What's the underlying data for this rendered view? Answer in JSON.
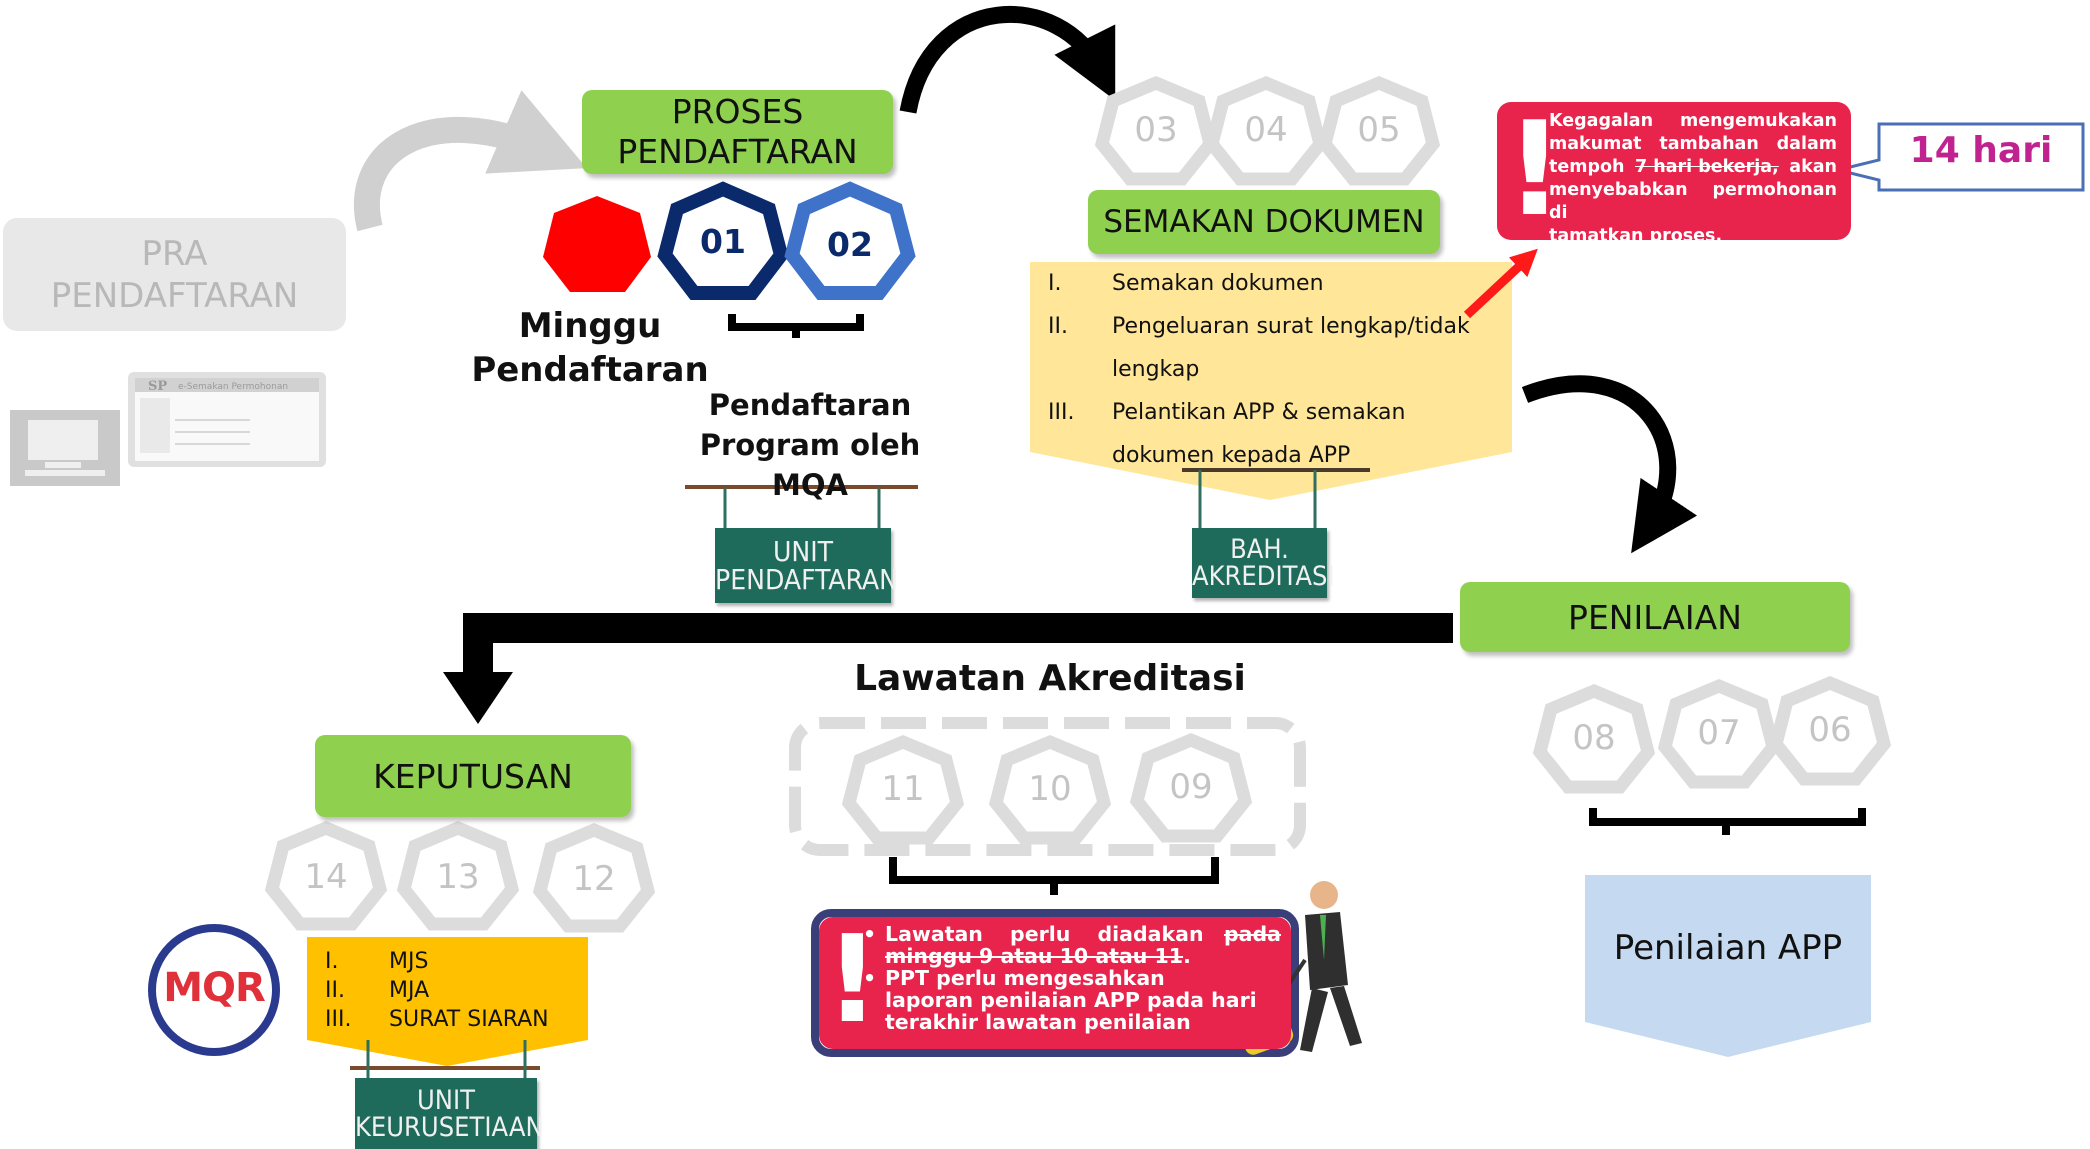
{
  "pra": {
    "line1": "PRA",
    "line2": "PENDAFTARAN",
    "screen_logo": "SP",
    "screen_title": "e-Semakan Permohonan"
  },
  "proses": {
    "line1": "PROSES",
    "line2": "PENDAFTARAN"
  },
  "minggu": {
    "line1": "Minggu",
    "line2": "Pendaftaran"
  },
  "steps": {
    "s01": "01",
    "s02": "02",
    "s03": "03",
    "s04": "04",
    "s05": "05",
    "s06": "06",
    "s07": "07",
    "s08": "08",
    "s09": "09",
    "s10": "10",
    "s11": "11",
    "s12": "12",
    "s13": "13",
    "s14": "14"
  },
  "pendaftaran_program": {
    "line1": "Pendaftaran",
    "line2": "Program oleh MQA"
  },
  "unit_pendaftaran": {
    "line1": "UNIT",
    "line2": "PENDAFTARAN"
  },
  "semakan": {
    "title": "SEMAKAN DOKUMEN",
    "items": [
      {
        "num": "I.",
        "text": "Semakan dokumen"
      },
      {
        "num": "II.",
        "text": "Pengeluaran surat lengkap/tidak"
      },
      {
        "num": "",
        "text": "lengkap"
      },
      {
        "num": "III.",
        "text": "Pelantikan APP & semakan"
      },
      {
        "num": "",
        "text": "dokumen kepada APP"
      }
    ]
  },
  "bah": {
    "line1": "BAH.",
    "line2": "AKREDITASI"
  },
  "kegagalan": {
    "l1": "Kegagalan mengemukakan",
    "l2": "makumat tambahan dalam",
    "l3a": "tempoh",
    "l3b": "7 hari bekerja,",
    "l3c": "akan",
    "l4": "menyebabkan permohonan di",
    "l5": "tamatkan proses."
  },
  "callout": {
    "text": "14 hari"
  },
  "penilaian": {
    "title": "PENILAIAN",
    "box": "Penilaian APP"
  },
  "lawatan": {
    "title": "Lawatan Akreditasi",
    "b1a": "Lawatan perlu diadakan",
    "b1b": "pada",
    "b1c": "minggu 9 atau 10 atau 11",
    "b2a": "PPT perlu mengesahkan",
    "b2b": "laporan penilaian APP pada hari",
    "b2c": "terakhir lawatan penilaian"
  },
  "keputusan": {
    "title": "KEPUTUSAN",
    "items": [
      {
        "num": "I.",
        "text": "MJS"
      },
      {
        "num": "II.",
        "text": "MJA"
      },
      {
        "num": "III.",
        "text": "SURAT SIARAN"
      }
    ]
  },
  "unit_keurusetiaan": {
    "line1": "UNIT",
    "line2": "KEURUSETIAAN"
  },
  "logo": {
    "text": "MQR"
  },
  "colors": {
    "green": "#8fd14f",
    "alert": "#e8244c",
    "teal": "#1e6b5c",
    "yellow": "#ffe699",
    "orange": "#ffc000",
    "navy": "#0b2a6b",
    "blue": "#3f73c9",
    "red": "#ff0000",
    "gray": "#d9d9d9",
    "callout_text": "#c0238f",
    "lightblue": "#c5d9f1"
  }
}
